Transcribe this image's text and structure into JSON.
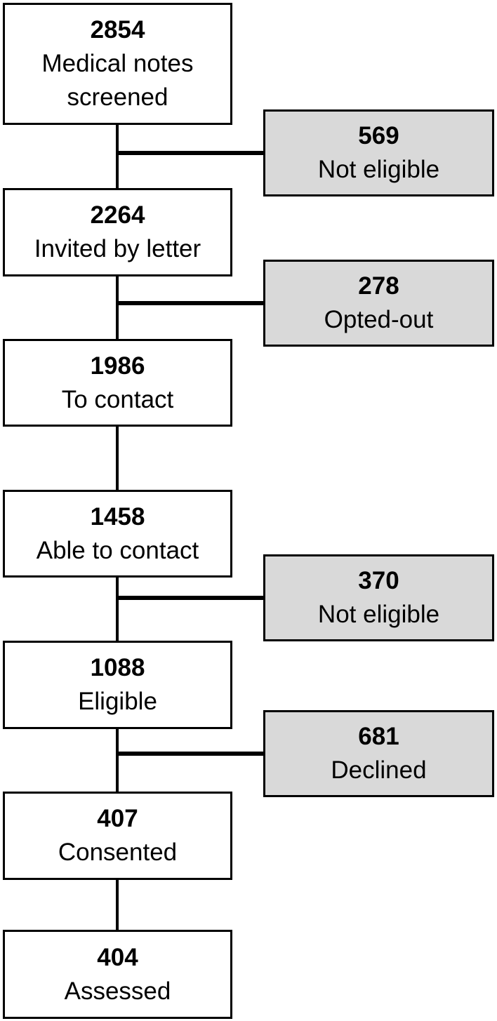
{
  "diagram": {
    "type": "flowchart",
    "description": "Participant recruitment flow diagram",
    "colors": {
      "main_box_fill": "#ffffff",
      "side_box_fill": "#d9d9d9",
      "border": "#000000",
      "text": "#000000"
    },
    "main_boxes": [
      {
        "count": "2854",
        "label": "Medical notes screened"
      },
      {
        "count": "2264",
        "label": "Invited by letter"
      },
      {
        "count": "1986",
        "label": "To contact"
      },
      {
        "count": "1458",
        "label": "Able to contact"
      },
      {
        "count": "1088",
        "label": "Eligible"
      },
      {
        "count": "407",
        "label": "Consented"
      },
      {
        "count": "404",
        "label": "Assessed"
      }
    ],
    "side_boxes": [
      {
        "count": "569",
        "label": "Not eligible"
      },
      {
        "count": "278",
        "label": "Opted-out"
      },
      {
        "count": "370",
        "label": "Not eligible"
      },
      {
        "count": "681",
        "label": "Declined"
      }
    ]
  }
}
